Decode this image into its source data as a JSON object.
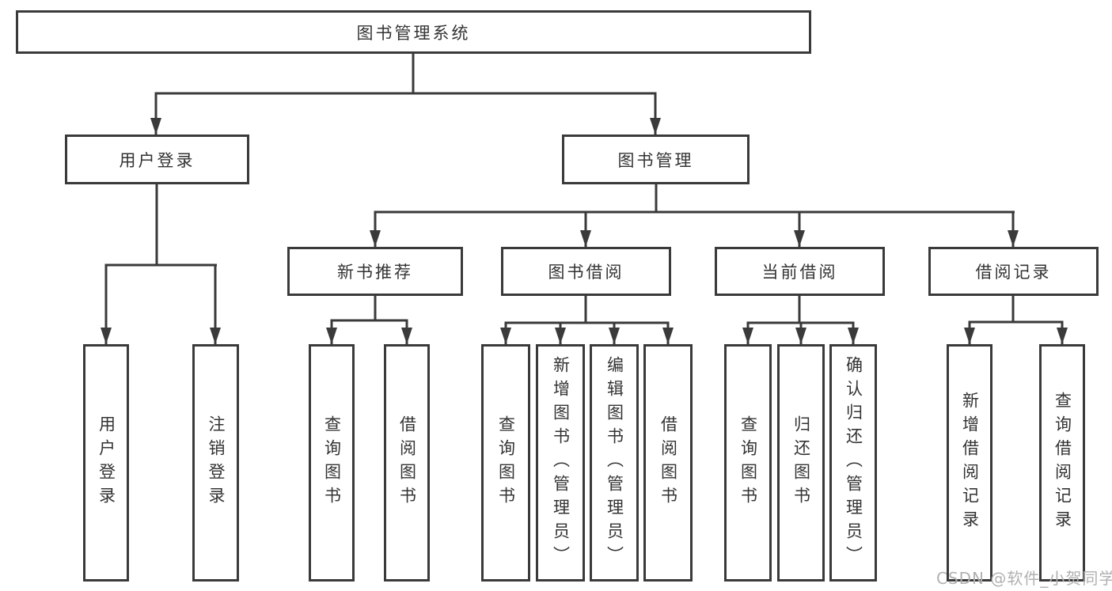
{
  "diagram": {
    "root": {
      "label": "图书管理系统"
    },
    "level2": {
      "user_login": {
        "label": "用户登录"
      },
      "book_mgmt": {
        "label": "图书管理"
      }
    },
    "level3": {
      "new_book_rec": {
        "label": "新书推荐"
      },
      "book_borrow": {
        "label": "图书借阅"
      },
      "current_borrow": {
        "label": "当前借阅"
      },
      "borrow_record": {
        "label": "借阅记录"
      }
    },
    "leaves": {
      "user_login": {
        "label": "用户登录"
      },
      "logout": {
        "label": "注销登录"
      },
      "query_book_1": {
        "label": "查询图书"
      },
      "borrow_book_1": {
        "label": "借阅图书"
      },
      "query_book_2": {
        "label": "查询图书"
      },
      "add_book": {
        "label": "新增图书（管理员）"
      },
      "edit_book": {
        "label": "编辑图书（管理员）"
      },
      "borrow_book_2": {
        "label": "借阅图书"
      },
      "query_book_3": {
        "label": "查询图书"
      },
      "return_book": {
        "label": "归还图书"
      },
      "confirm_return": {
        "label": "确认归还（管理员）"
      },
      "add_record": {
        "label": "新增借阅记录"
      },
      "query_record": {
        "label": "查询借阅记录"
      }
    },
    "colors": {
      "line": "#3a3a3a",
      "text": "#333333",
      "watermark_text": "#b2b1b1"
    }
  },
  "watermark": "CSDN @软件_小贺同学"
}
